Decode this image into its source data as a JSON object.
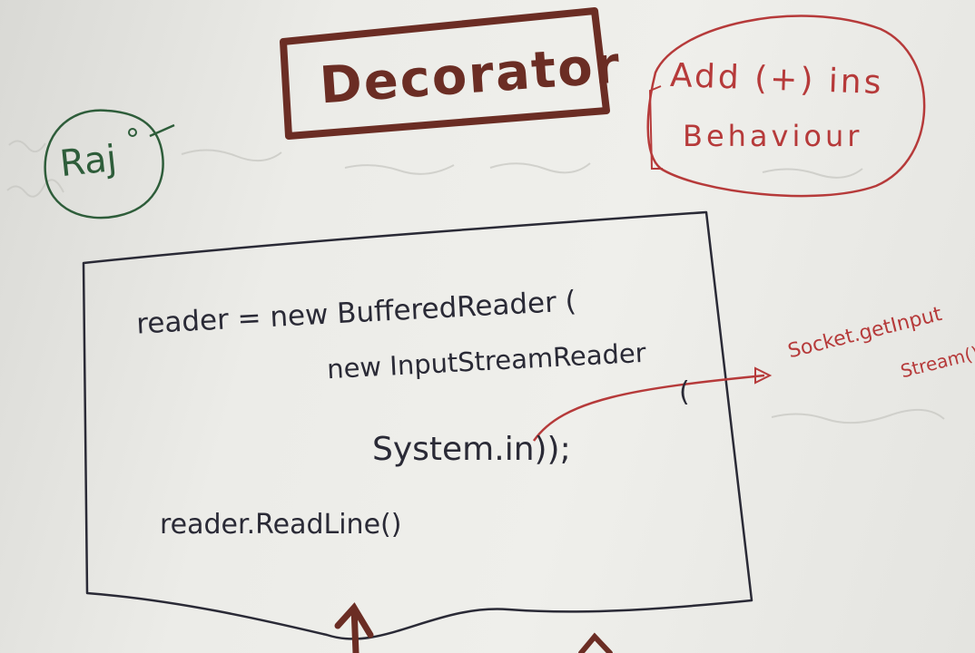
{
  "note": {
    "title": "Decorator",
    "author": "Raj",
    "bubble_line1": "Add (+) ins",
    "bubble_line2": "Behaviour",
    "code_line1": "reader = new BufferedReader (",
    "code_line2": "new InputStreamReader",
    "code_line3": "(",
    "code_line4": "System.in));",
    "code_line5": "reader.ReadLine()",
    "side_note_line1": "Socket.getInput",
    "side_note_line2": "Stream()"
  },
  "colors": {
    "paper": "#ecece8",
    "pen_black": "#2a2a36",
    "pen_red": "#b63a3a",
    "pen_brown": "#6b2d24",
    "pen_green": "#2e5d3a"
  }
}
